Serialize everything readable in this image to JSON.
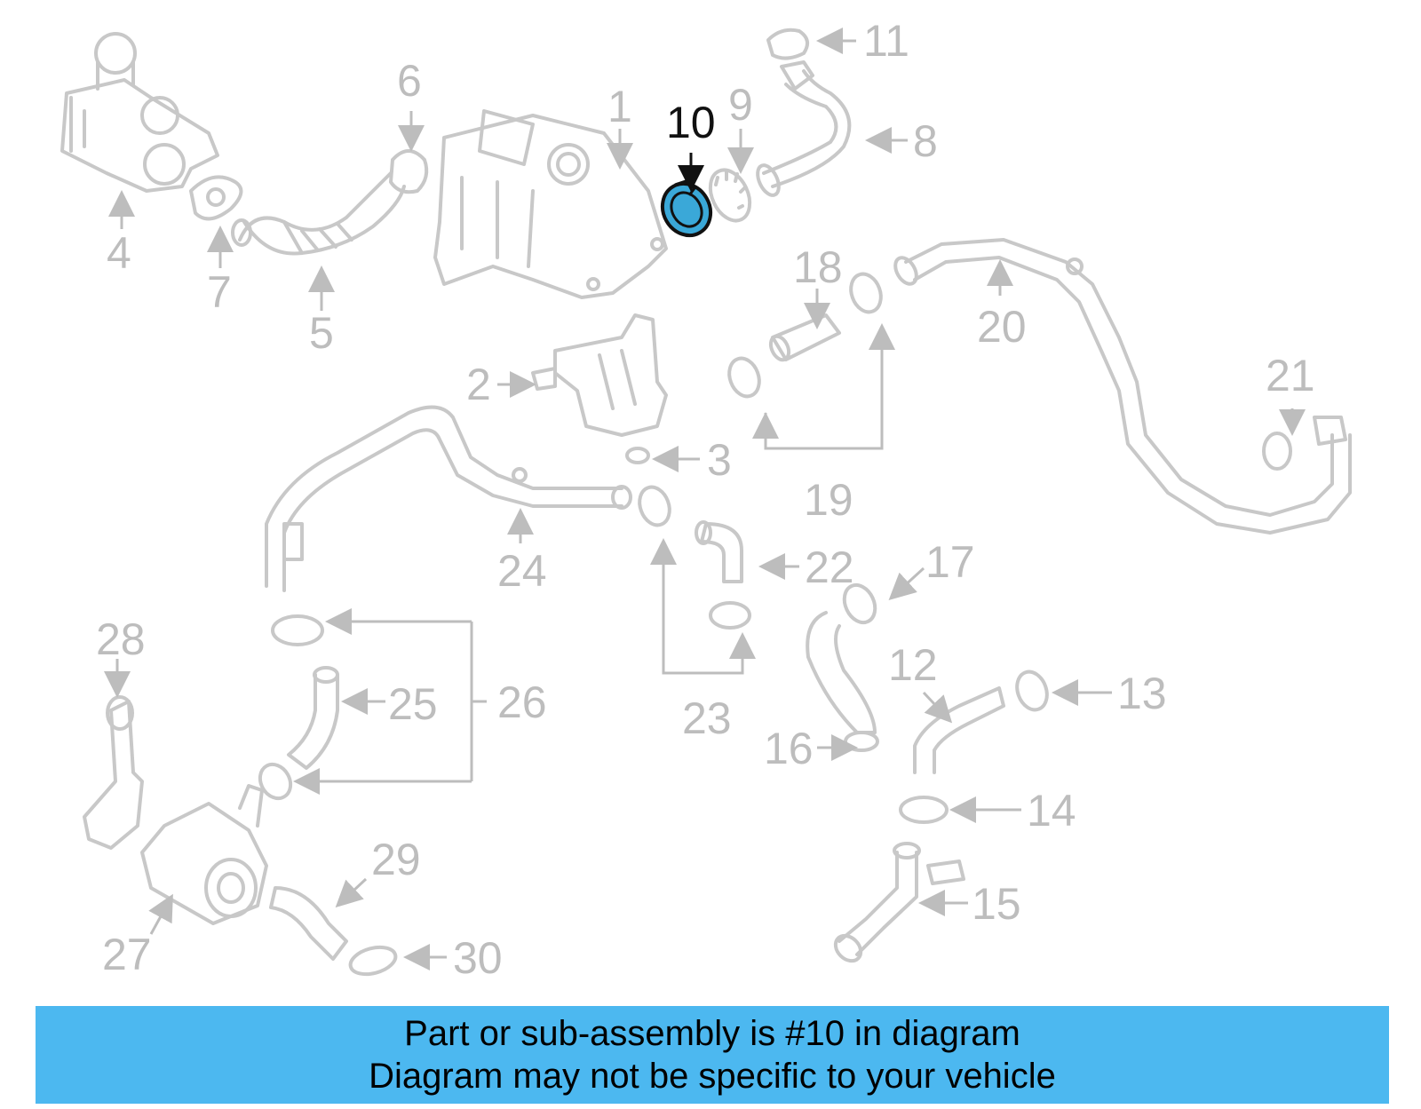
{
  "highlight_part": "10",
  "colors": {
    "part_outline": "#c8c8c8",
    "label": "#bdbdbd",
    "highlight_label": "#111111",
    "highlight_fill": "#3aa8d8",
    "banner": "#4cb8f0"
  },
  "callouts": [
    "1",
    "2",
    "3",
    "4",
    "5",
    "6",
    "7",
    "8",
    "9",
    "10",
    "11",
    "12",
    "13",
    "14",
    "15",
    "16",
    "17",
    "18",
    "19",
    "20",
    "21",
    "22",
    "23",
    "24",
    "25",
    "26",
    "27",
    "28",
    "29",
    "30"
  ],
  "banner": {
    "line1": "Part or sub-assembly is #10 in diagram",
    "line2": "Diagram may not be specific to your vehicle"
  }
}
